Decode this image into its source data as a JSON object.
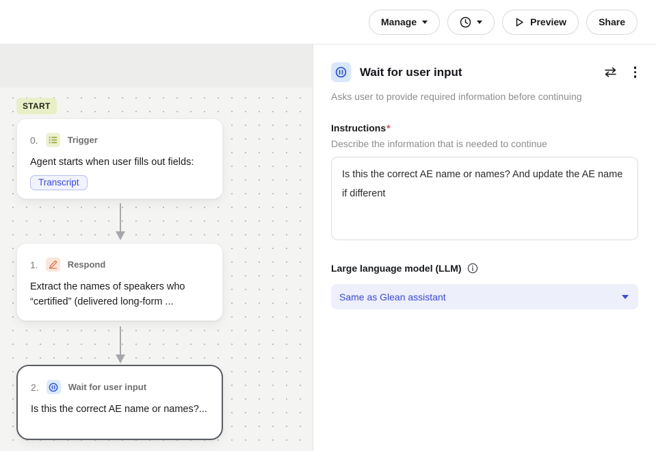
{
  "topbar": {
    "manage_label": "Manage",
    "preview_label": "Preview",
    "share_label": "Share"
  },
  "canvas": {
    "start_badge": "START",
    "nodes": [
      {
        "index": "0.",
        "type": "Trigger",
        "icon": "list-icon",
        "body": "Agent starts when user fills out fields:",
        "chip": "Transcript"
      },
      {
        "index": "1.",
        "type": "Respond",
        "icon": "pencil-icon",
        "body": "Extract the names of speakers who “certified” (delivered long-form ..."
      },
      {
        "index": "2.",
        "type": "Wait for user input",
        "icon": "pause-icon",
        "body": "Is this the correct AE name or names?...",
        "selected": true
      }
    ]
  },
  "panel": {
    "title": "Wait for user input",
    "subtitle": "Asks user to provide required information before continuing",
    "instructions": {
      "label": "Instructions",
      "required_marker": "*",
      "helper": "Describe the information that is needed to continue",
      "value": "Is this the correct AE name or names? And update the AE name if different"
    },
    "llm": {
      "label": "Large language model (LLM)",
      "selected_option": "Same as Glean assistant"
    }
  },
  "colors": {
    "accent_blue": "#3b49d8",
    "chip_border": "#b5bdf3",
    "trigger_tile": "#edf2cf",
    "respond_tile": "#fbe7dc",
    "wait_tile": "#dceafb",
    "selected_node_border": "#585d63",
    "start_badge_bg": "#e8efc6",
    "required_red": "#e5484d"
  }
}
